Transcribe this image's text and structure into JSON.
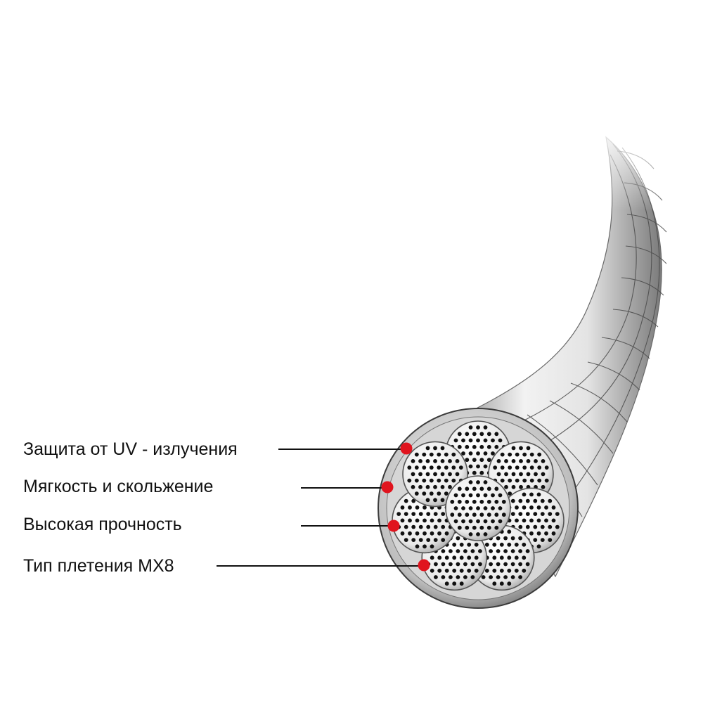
{
  "callouts": [
    {
      "label": "Защита от UV - излучения"
    },
    {
      "label": "Мягкость и скольжение"
    },
    {
      "label": "Высокая прочность"
    },
    {
      "label": "Тип плетения MX8"
    }
  ],
  "colors": {
    "background": "#ffffff",
    "marker": "#e0141e",
    "leader_line": "#111111",
    "fiber_dot": "#111111",
    "cable_body": "#d8d8d8"
  },
  "icons": [
    "cable-icon",
    "strand-icon",
    "marker-dot-icon"
  ]
}
